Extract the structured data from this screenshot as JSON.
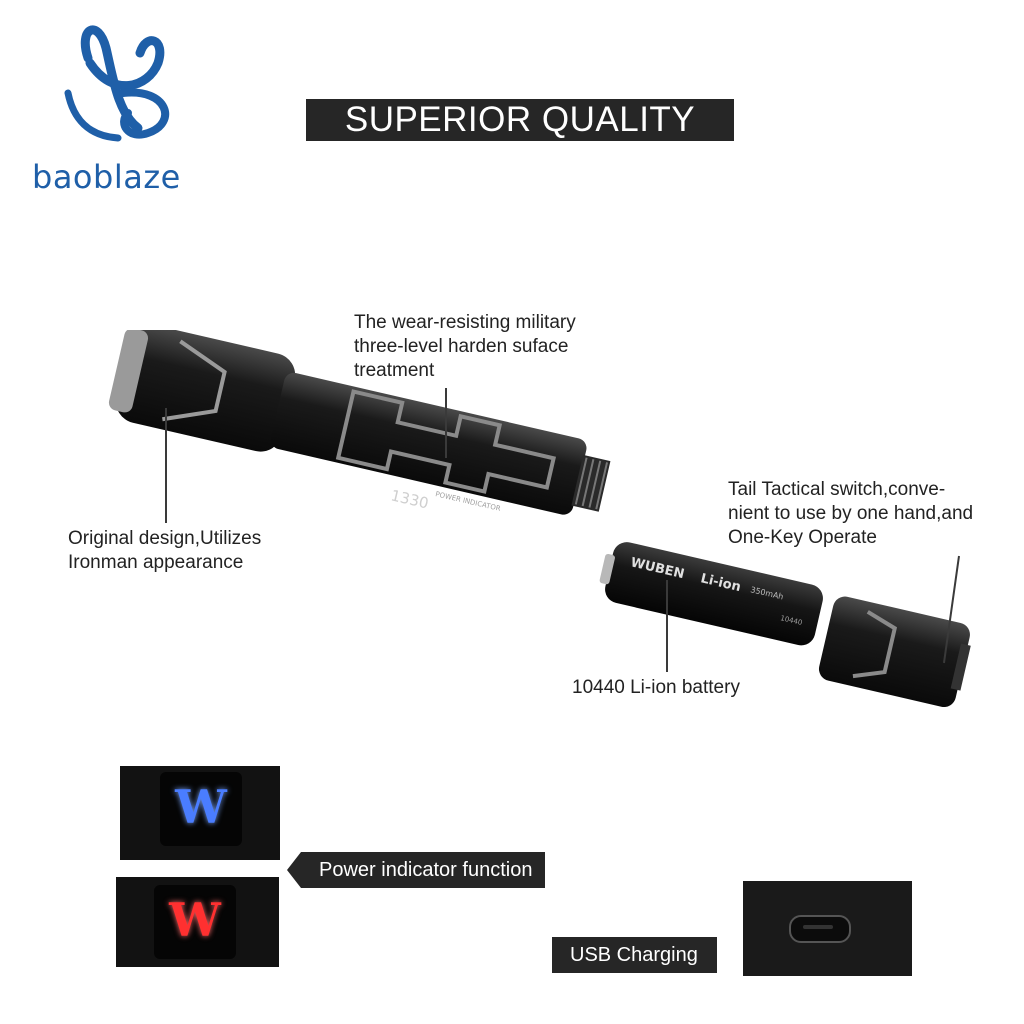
{
  "brand": {
    "name": "baoblaze",
    "logo_color": "#1f5fa8"
  },
  "header": {
    "title": "SUPERIOR QUALITY"
  },
  "callouts": {
    "surface": [
      "The wear-resisting military",
      "three-level harden suface",
      "treatment"
    ],
    "design": [
      "Original design,Utilizes",
      "Ironman appearance"
    ],
    "tail_switch": [
      "Tail Tactical switch,conve-",
      "nient to use by one hand,and",
      "One-Key Operate"
    ],
    "battery": "10440 Li-ion battery"
  },
  "product_markings": {
    "body_model": "1330",
    "body_small": "POWER INDICATOR",
    "battery_brand": "WUBEN",
    "battery_type": "Li-ion",
    "battery_capacity": "350mAh",
    "battery_size": "10440"
  },
  "features": {
    "power_indicator": "Power indicator function",
    "usb_charging": "USB Charging",
    "indicator_letter": "W",
    "indicator_colors": [
      "#4a7dff",
      "#ff3030"
    ]
  }
}
